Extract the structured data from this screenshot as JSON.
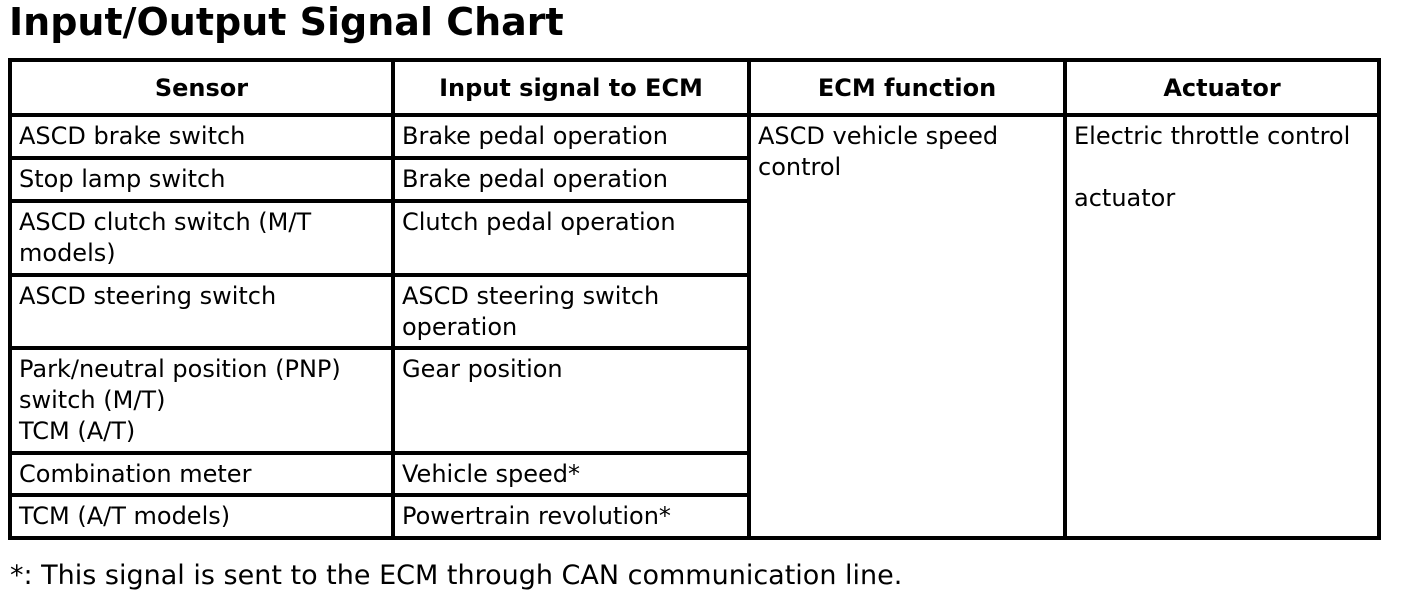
{
  "page": {
    "title": "Input/Output Signal Chart",
    "footnote": "*: This signal is sent to the ECM through CAN communication line."
  },
  "table": {
    "headers": {
      "sensor": "Sensor",
      "input": "Input signal to ECM",
      "ecm": "ECM function",
      "actuator": "Actuator"
    },
    "rows": [
      {
        "sensor": "ASCD brake switch",
        "input": "Brake pedal operation"
      },
      {
        "sensor": "Stop lamp switch",
        "input": "Brake pedal operation"
      },
      {
        "sensor": "ASCD clutch switch (M/T\nmodels)",
        "input": "Clutch pedal operation"
      },
      {
        "sensor": "ASCD steering switch",
        "input": "ASCD steering switch\noperation"
      },
      {
        "sensor": "Park/neutral position (PNP)\nswitch (M/T)\nTCM (A/T)",
        "input": "Gear position"
      },
      {
        "sensor": "Combination meter",
        "input": "Vehicle speed*"
      },
      {
        "sensor": "TCM (A/T models)",
        "input": "Powertrain revolution*"
      }
    ],
    "ecm_function": "ASCD vehicle speed\ncontrol",
    "actuator": "Electric throttle control\n\nactuator"
  }
}
